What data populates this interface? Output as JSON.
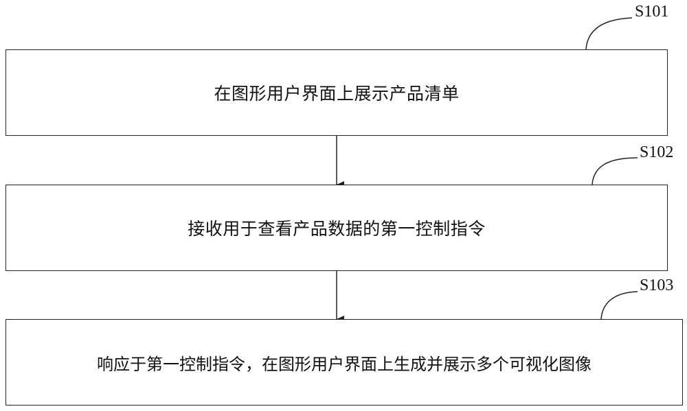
{
  "diagram": {
    "steps": [
      {
        "id": "S101",
        "text": "在图形用户界面上展示产品清单"
      },
      {
        "id": "S102",
        "text": "接收用于查看产品数据的第一控制指令"
      },
      {
        "id": "S103",
        "text": "响应于第一控制指令，在图形用户界面上生成并展示多个可视化图像"
      }
    ],
    "colors": {
      "line": "#222222",
      "text": "#111111",
      "background": "#ffffff"
    }
  }
}
